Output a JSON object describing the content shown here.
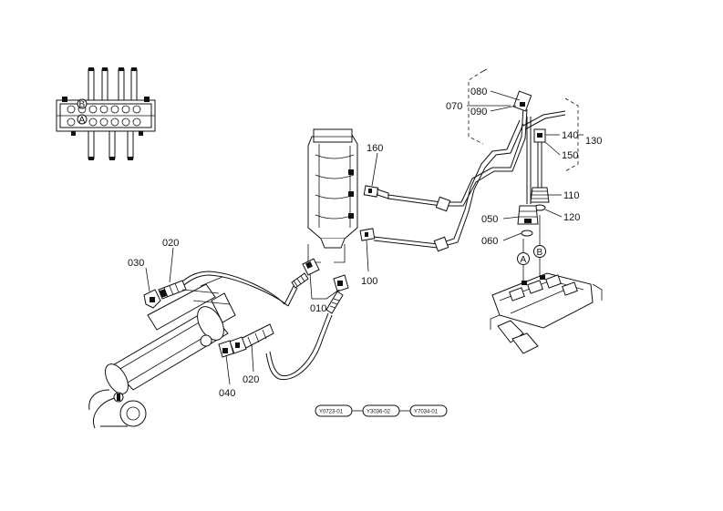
{
  "labels": {
    "p010": "010",
    "p020a": "020",
    "p020b": "020",
    "p030": "030",
    "p040": "040",
    "p050": "050",
    "p060": "060",
    "p070": "070",
    "p080": "080",
    "p090": "090",
    "p100": "100",
    "p110": "110",
    "p120": "120",
    "p130": "130",
    "p140": "140",
    "p150": "150",
    "p160": "160"
  },
  "markers": {
    "a": "A",
    "b": "B",
    "inset_a": "A",
    "inset_b": "B"
  },
  "refs": {
    "r1": "Y0723-01",
    "r2": "Y3036-02",
    "r3": "Y7034-01"
  }
}
